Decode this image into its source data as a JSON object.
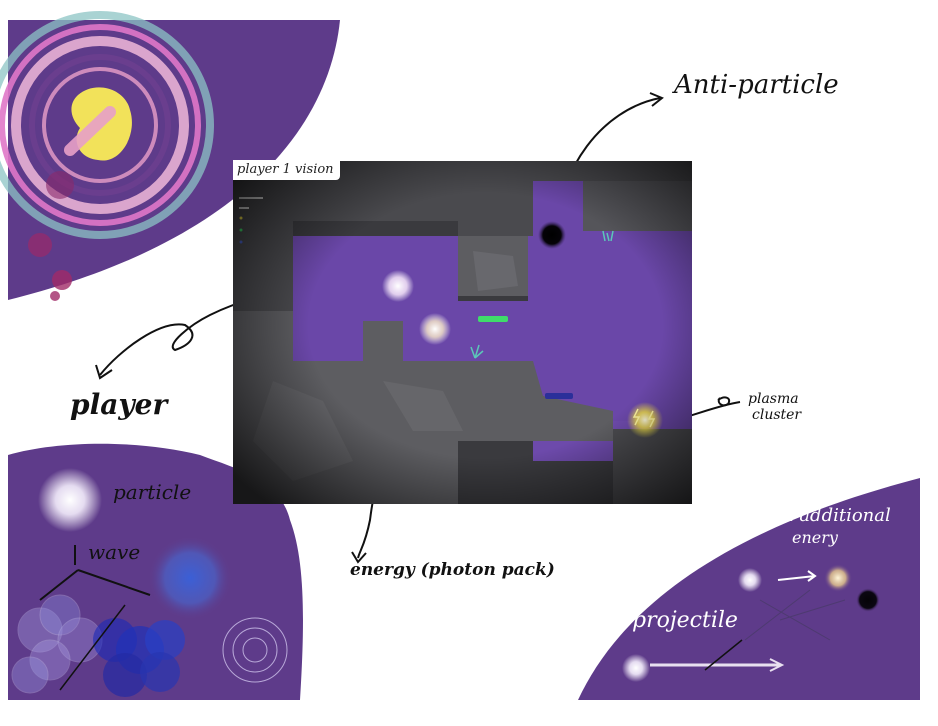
{
  "annotations": {
    "vision_label": "player 1 vision",
    "anti_particle": "Anti-particle",
    "player": "player",
    "plasma_cluster_line1": "plasma",
    "plasma_cluster_line2": "cluster",
    "energy": "energy (photon pack)",
    "particle": "particle",
    "wave": "wave",
    "gain_line1": "gain additional",
    "gain_line2": "enery",
    "projectile": "projectile"
  },
  "colors": {
    "background": "#ffffff",
    "purple_panel": "#5e3b8a",
    "cave_purple": "#6a47a8",
    "rock_gray": "#5d5d61",
    "plasma_yellow": "#f5e34a",
    "platform_green": "#3fdc6a",
    "platform_blue": "#2b2f9a"
  },
  "icons": [
    "player-orb-icon",
    "energy-photon-icon",
    "anti-particle-icon",
    "plasma-cluster-icon",
    "green-platform-icon",
    "blue-platform-icon",
    "plant-icon"
  ]
}
